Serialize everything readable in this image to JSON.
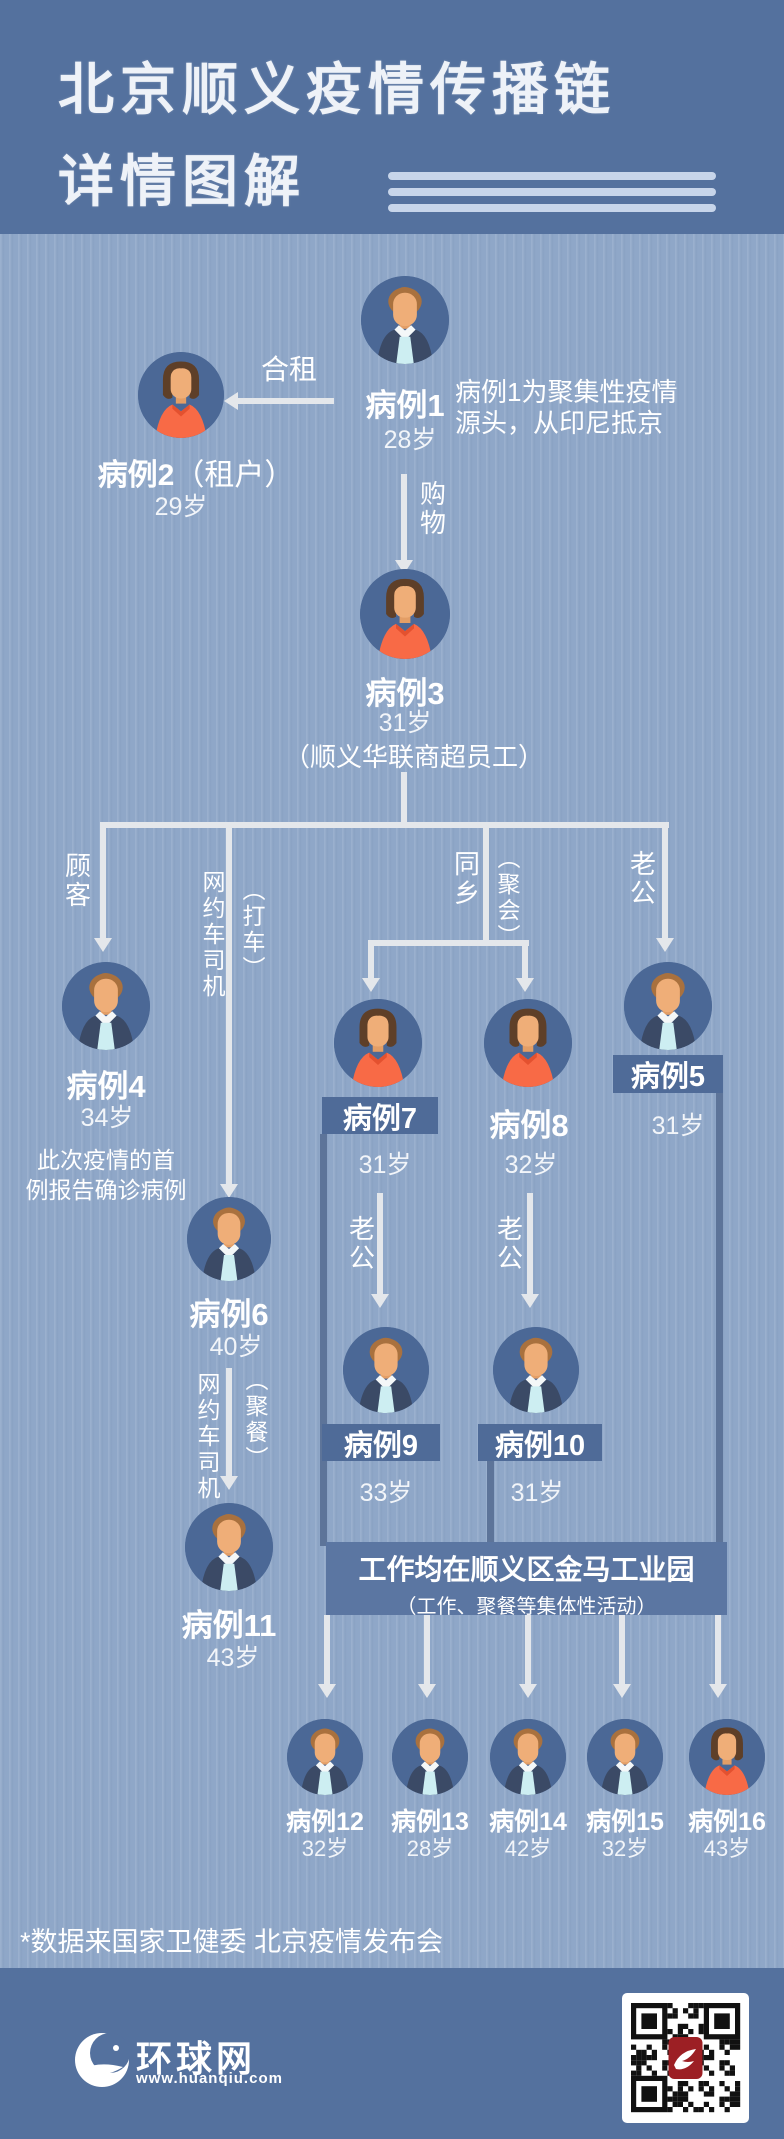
{
  "header": {
    "title_line1": "北京顺义疫情传播链",
    "title_line2": "详情图解"
  },
  "notes": {
    "case1_note_line1": "病例1为聚集性疫情",
    "case1_note_line2": "源头，从印尼抵京",
    "case4_note_line1": "此次疫情的首",
    "case4_note_line2": "例报告确诊病例",
    "footnote": "*数据来国家卫健委 北京疫情发布会"
  },
  "cluster_box": {
    "line1": "工作均在顺义区金马工业园",
    "line2": "（工作、聚餐等集体性活动）"
  },
  "edges": [
    {
      "id": "cohabit",
      "label": "合租"
    },
    {
      "id": "shopping",
      "label": "购物"
    },
    {
      "id": "customer",
      "label": "顾客"
    },
    {
      "id": "ride-hail-driver",
      "label": "网约车司机"
    },
    {
      "id": "take-taxi",
      "label": "（打车）"
    },
    {
      "id": "fellow-townsman",
      "label": "同乡"
    },
    {
      "id": "gathering",
      "label": "（聚会）"
    },
    {
      "id": "husband-to-5",
      "label": "老公"
    },
    {
      "id": "husband-7-9",
      "label": "老公"
    },
    {
      "id": "husband-8-10",
      "label": "老公"
    },
    {
      "id": "ride-hail-driver-2",
      "label": "网约车司机"
    },
    {
      "id": "dinner-party",
      "label": "（聚餐）"
    }
  ],
  "cases": [
    {
      "name": "病例1",
      "age": "28岁",
      "gender": "male",
      "boxed": false,
      "suffix": ""
    },
    {
      "name": "病例2",
      "age": "29岁",
      "gender": "female",
      "boxed": false,
      "suffix": "（租户）"
    },
    {
      "name": "病例3",
      "age": "31岁",
      "gender": "female",
      "boxed": false,
      "suffix": "",
      "sub": "（顺义华联商超员工）"
    },
    {
      "name": "病例4",
      "age": "34岁",
      "gender": "male",
      "boxed": false,
      "suffix": ""
    },
    {
      "name": "病例5",
      "age": "31岁",
      "gender": "male",
      "boxed": true,
      "suffix": ""
    },
    {
      "name": "病例6",
      "age": "40岁",
      "gender": "male",
      "boxed": false,
      "suffix": ""
    },
    {
      "name": "病例7",
      "age": "31岁",
      "gender": "female",
      "boxed": true,
      "suffix": ""
    },
    {
      "name": "病例8",
      "age": "32岁",
      "gender": "female",
      "boxed": false,
      "suffix": ""
    },
    {
      "name": "病例9",
      "age": "33岁",
      "gender": "male",
      "boxed": true,
      "suffix": ""
    },
    {
      "name": "病例10",
      "age": "31岁",
      "gender": "male",
      "boxed": true,
      "suffix": ""
    },
    {
      "name": "病例11",
      "age": "43岁",
      "gender": "male",
      "boxed": false,
      "suffix": ""
    },
    {
      "name": "病例12",
      "age": "32岁",
      "gender": "male",
      "boxed": false,
      "suffix": ""
    },
    {
      "name": "病例13",
      "age": "28岁",
      "gender": "male",
      "boxed": false,
      "suffix": ""
    },
    {
      "name": "病例14",
      "age": "42岁",
      "gender": "male",
      "boxed": false,
      "suffix": ""
    },
    {
      "name": "病例15",
      "age": "32岁",
      "gender": "male",
      "boxed": false,
      "suffix": ""
    },
    {
      "name": "病例16",
      "age": "43岁",
      "gender": "female",
      "boxed": false,
      "suffix": ""
    }
  ],
  "footer": {
    "brand": "环球网",
    "url": "www.huanqiu.com"
  },
  "colors": {
    "header": "#54719e",
    "body": "#8fa7c8",
    "avatar_circle": "#4b6896",
    "label_box": "#4f6b98",
    "bracket": "#5d7499",
    "cluster_box": "#5b76a2",
    "connector": "#e4e7eb",
    "accent_orange": "#f86a46"
  }
}
